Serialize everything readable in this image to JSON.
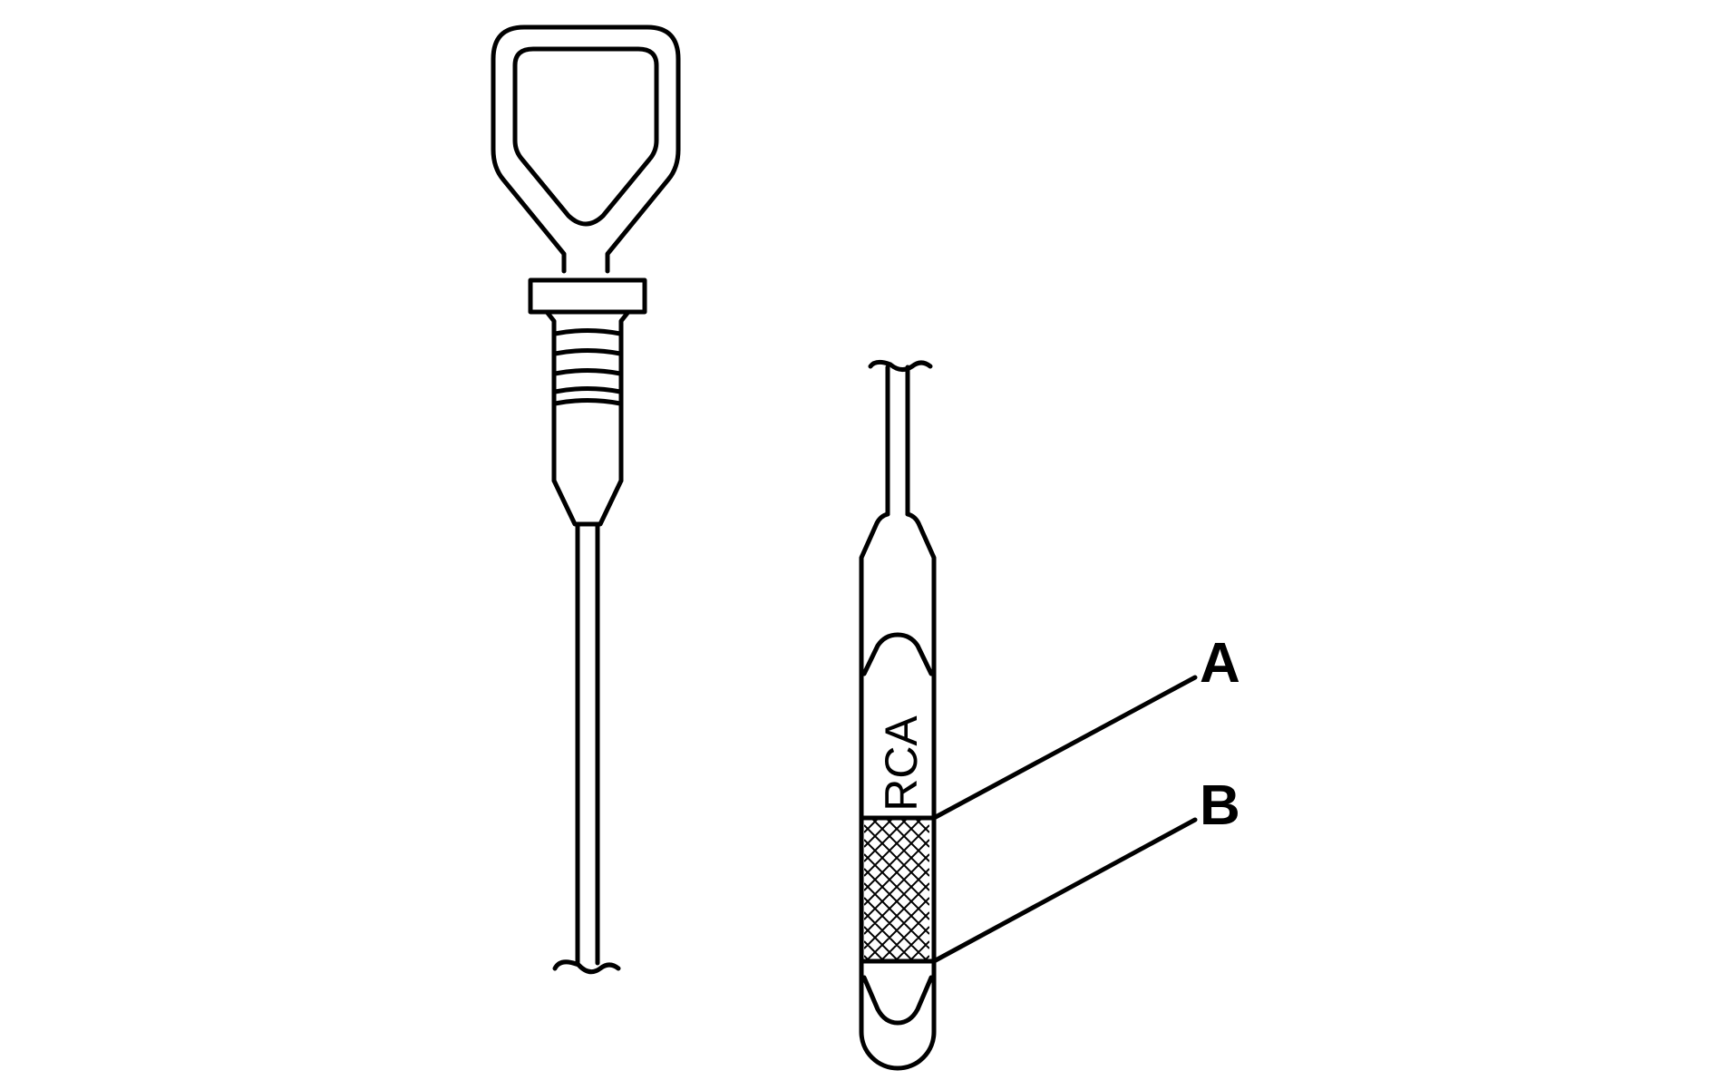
{
  "diagram": {
    "stamp_text": "RCA",
    "callouts": {
      "a": {
        "label": "A"
      },
      "b": {
        "label": "B"
      }
    },
    "colors": {
      "line": "#000000",
      "background": "#ffffff"
    }
  }
}
